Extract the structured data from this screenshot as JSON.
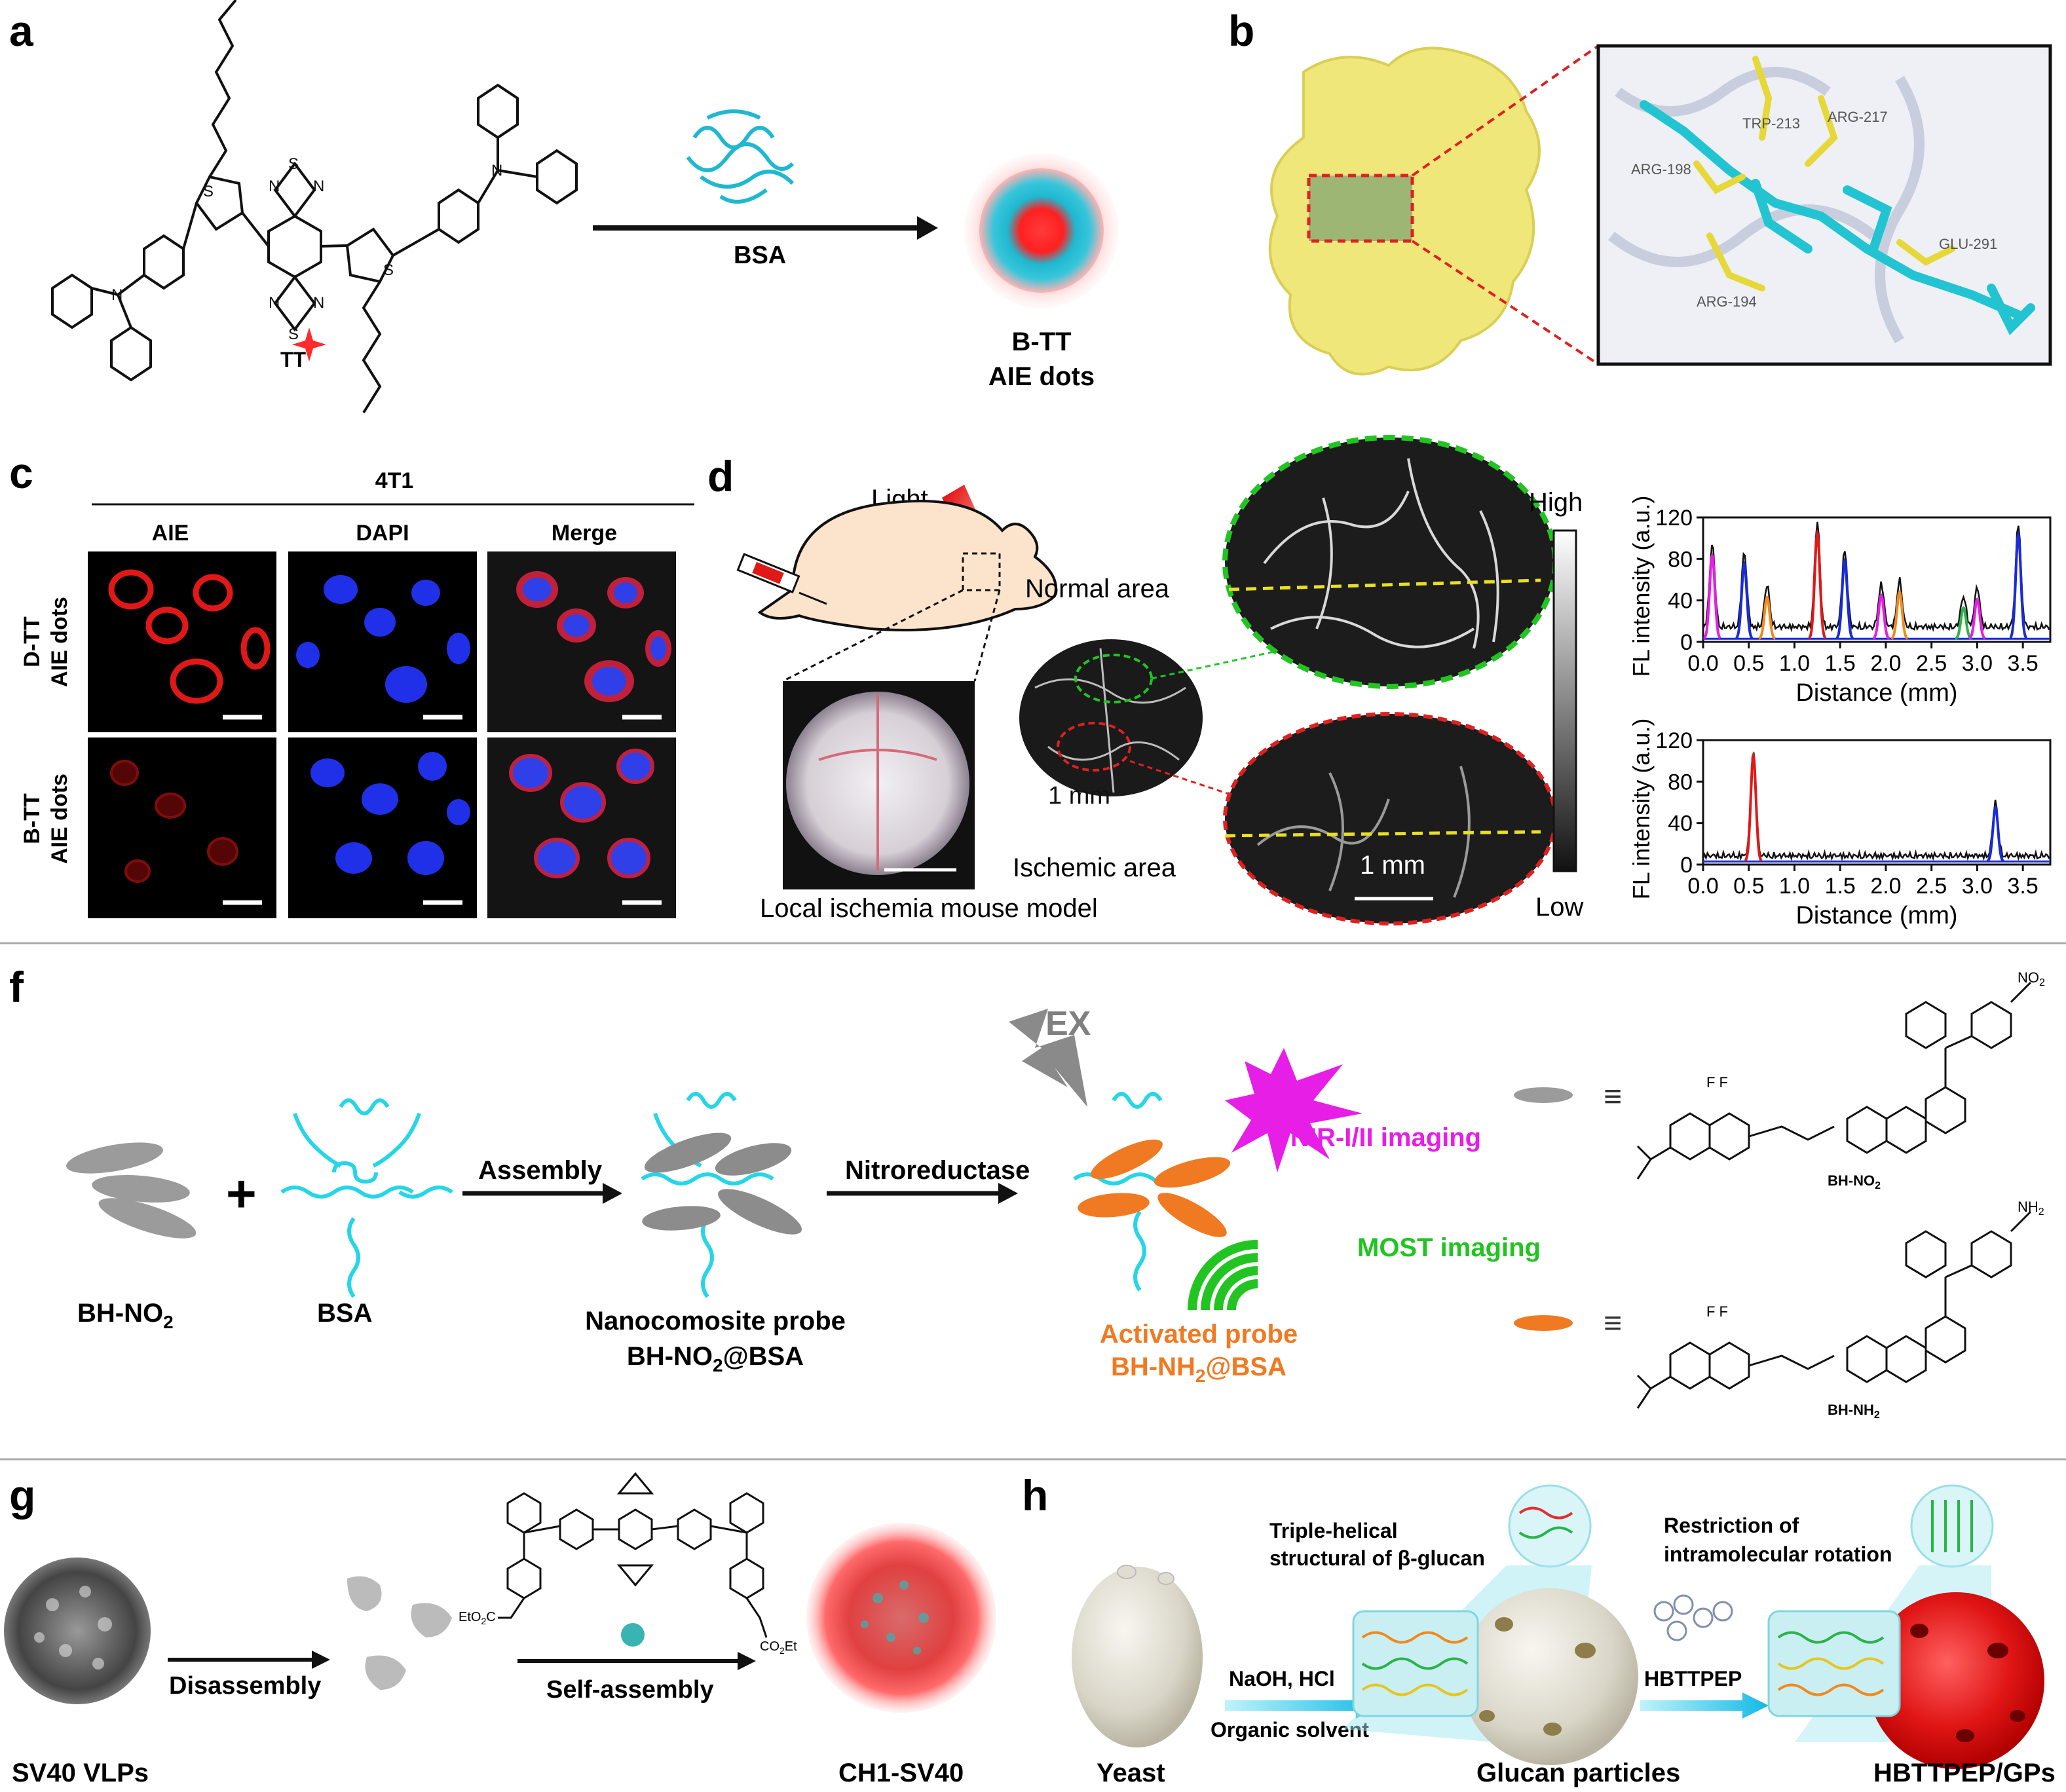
{
  "panels": {
    "a": {
      "letter": "a",
      "molecule_label": "TT",
      "carrier_label": "BSA",
      "product_line1": "B-TT",
      "product_line2": "AIE dots",
      "colors": {
        "core": "#ff2a2a",
        "shell": "#1fb8d0"
      }
    },
    "b": {
      "letter": "b",
      "residues": [
        "TRP-213",
        "ARG-217",
        "ARG-198",
        "GLU-291",
        "ARG-194"
      ]
    },
    "c": {
      "letter": "c",
      "cell_line": "4T1",
      "columns": [
        "AIE",
        "DAPI",
        "Merge"
      ],
      "rows": [
        {
          "line1": "D-TT",
          "line2": "AIE dots"
        },
        {
          "line1": "B-TT",
          "line2": "AIE dots"
        }
      ]
    },
    "d": {
      "letter": "d",
      "light": "Light",
      "normal_area": "Normal area",
      "ischemic_area": "Ischemic area",
      "scale_bar_small": "1 mm",
      "scale_bar_zoom": "1 mm",
      "colorbar_high": "High",
      "colorbar_low": "Low",
      "model_caption": "Local ischemia mouse model"
    },
    "f": {
      "letter": "f",
      "probe_label": "BH-NO",
      "probe_sub": "2",
      "bsa_label": "BSA",
      "assembly": "Assembly",
      "nitroreductase": "Nitroreductase",
      "nano_line1": "Nanocomosite probe",
      "nano_line2": "BH-NO",
      "nano_line2_sub": "2",
      "nano_line2_tail": "@BSA",
      "ex": "EX",
      "nir_imaging": "NIR-I/II imaging",
      "most_imaging": "MOST imaging",
      "activated_line1": "Activated probe",
      "activated_line2": "BH-NH",
      "activated_line2_sub": "2",
      "activated_line2_tail": "@BSA",
      "equiv": "≡",
      "struct_top_label": "BH-NO",
      "struct_top_sub": "2",
      "struct_top_group": "NO",
      "struct_top_group_sub": "2",
      "struct_bottom_label": "BH-NH",
      "struct_bottom_sub": "2",
      "struct_bottom_group": "NH",
      "struct_bottom_group_sub": "2",
      "colors": {
        "nir": "#e61ee6",
        "most": "#22c422",
        "activated": "#f07a22",
        "helix": "#27d5e6"
      }
    },
    "g": {
      "letter": "g",
      "vlp_label": "SV40 VLPs",
      "disassembly": "Disassembly",
      "self_assembly": "Self-assembly",
      "ester_left": "EtO",
      "ester_left_sub": "2",
      "ester_left_tail": "C",
      "ester_right": "CO",
      "ester_right_sub": "2",
      "ester_right_tail": "Et",
      "product_label": "CH1-SV40"
    },
    "h": {
      "letter": "h",
      "yeast": "Yeast",
      "triple_line1": "Triple-helical",
      "triple_line2": "structural of β-glucan",
      "naoh": "NaOH, HCl",
      "organic": "Organic solvent",
      "glucan": "Glucan particles",
      "restriction_line1": "Restriction of",
      "restriction_line2": "intramolecular rotation",
      "hbttpep": "HBTTPEP",
      "product": "HBTTPEP/GPs"
    }
  },
  "chart_data": [
    {
      "type": "line",
      "title": "",
      "xlabel": "Distance (mm)",
      "ylabel": "FL intensity (a.u.)",
      "xlim": [
        0,
        3.8
      ],
      "ylim": [
        0,
        120
      ],
      "xticks": [
        0.0,
        0.5,
        1.0,
        1.5,
        2.0,
        2.5,
        3.0,
        3.5
      ],
      "yticks": [
        0,
        40,
        80,
        120
      ],
      "peaks": [
        {
          "x": 0.1,
          "y": 80
        },
        {
          "x": 0.45,
          "y": 72
        },
        {
          "x": 0.7,
          "y": 40
        },
        {
          "x": 1.25,
          "y": 102
        },
        {
          "x": 1.55,
          "y": 75
        },
        {
          "x": 1.95,
          "y": 42
        },
        {
          "x": 2.15,
          "y": 45
        },
        {
          "x": 2.85,
          "y": 30
        },
        {
          "x": 3.0,
          "y": 38
        },
        {
          "x": 3.45,
          "y": 100
        }
      ]
    },
    {
      "type": "line",
      "title": "",
      "xlabel": "Distance (mm)",
      "ylabel": "FL intensity (a.u.)",
      "xlim": [
        0,
        3.8
      ],
      "ylim": [
        0,
        120
      ],
      "xticks": [
        0.0,
        0.5,
        1.0,
        1.5,
        2.0,
        2.5,
        3.0,
        3.5
      ],
      "yticks": [
        0,
        40,
        80,
        120
      ],
      "peaks": [
        {
          "x": 0.55,
          "y": 102
        },
        {
          "x": 3.2,
          "y": 52
        }
      ]
    }
  ]
}
